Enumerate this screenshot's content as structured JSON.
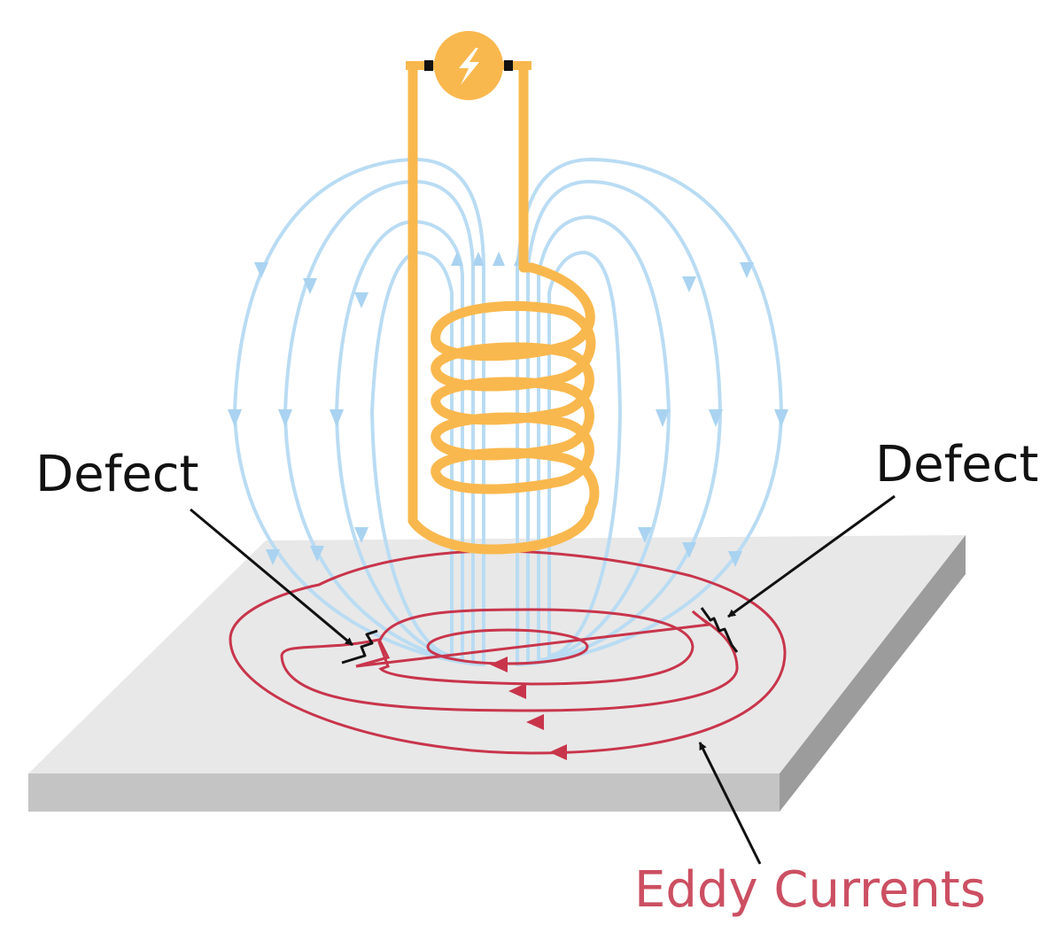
{
  "labels": {
    "defect_left": "Defect",
    "defect_right": "Defect",
    "eddy_currents": "Eddy Currents"
  },
  "colors": {
    "coil": "#F9B84E",
    "field_lines": "#B9DCF3",
    "field_arrows": "#A9D3F0",
    "eddy_current": "#C8354B",
    "eddy_label": "#CC4F62",
    "plate_top": "#E8E8E8",
    "plate_front": "#C4C4C4",
    "plate_side": "#9C9C9C",
    "text": "#111111"
  },
  "icons": {
    "power_source": "lightning-bolt-icon"
  }
}
